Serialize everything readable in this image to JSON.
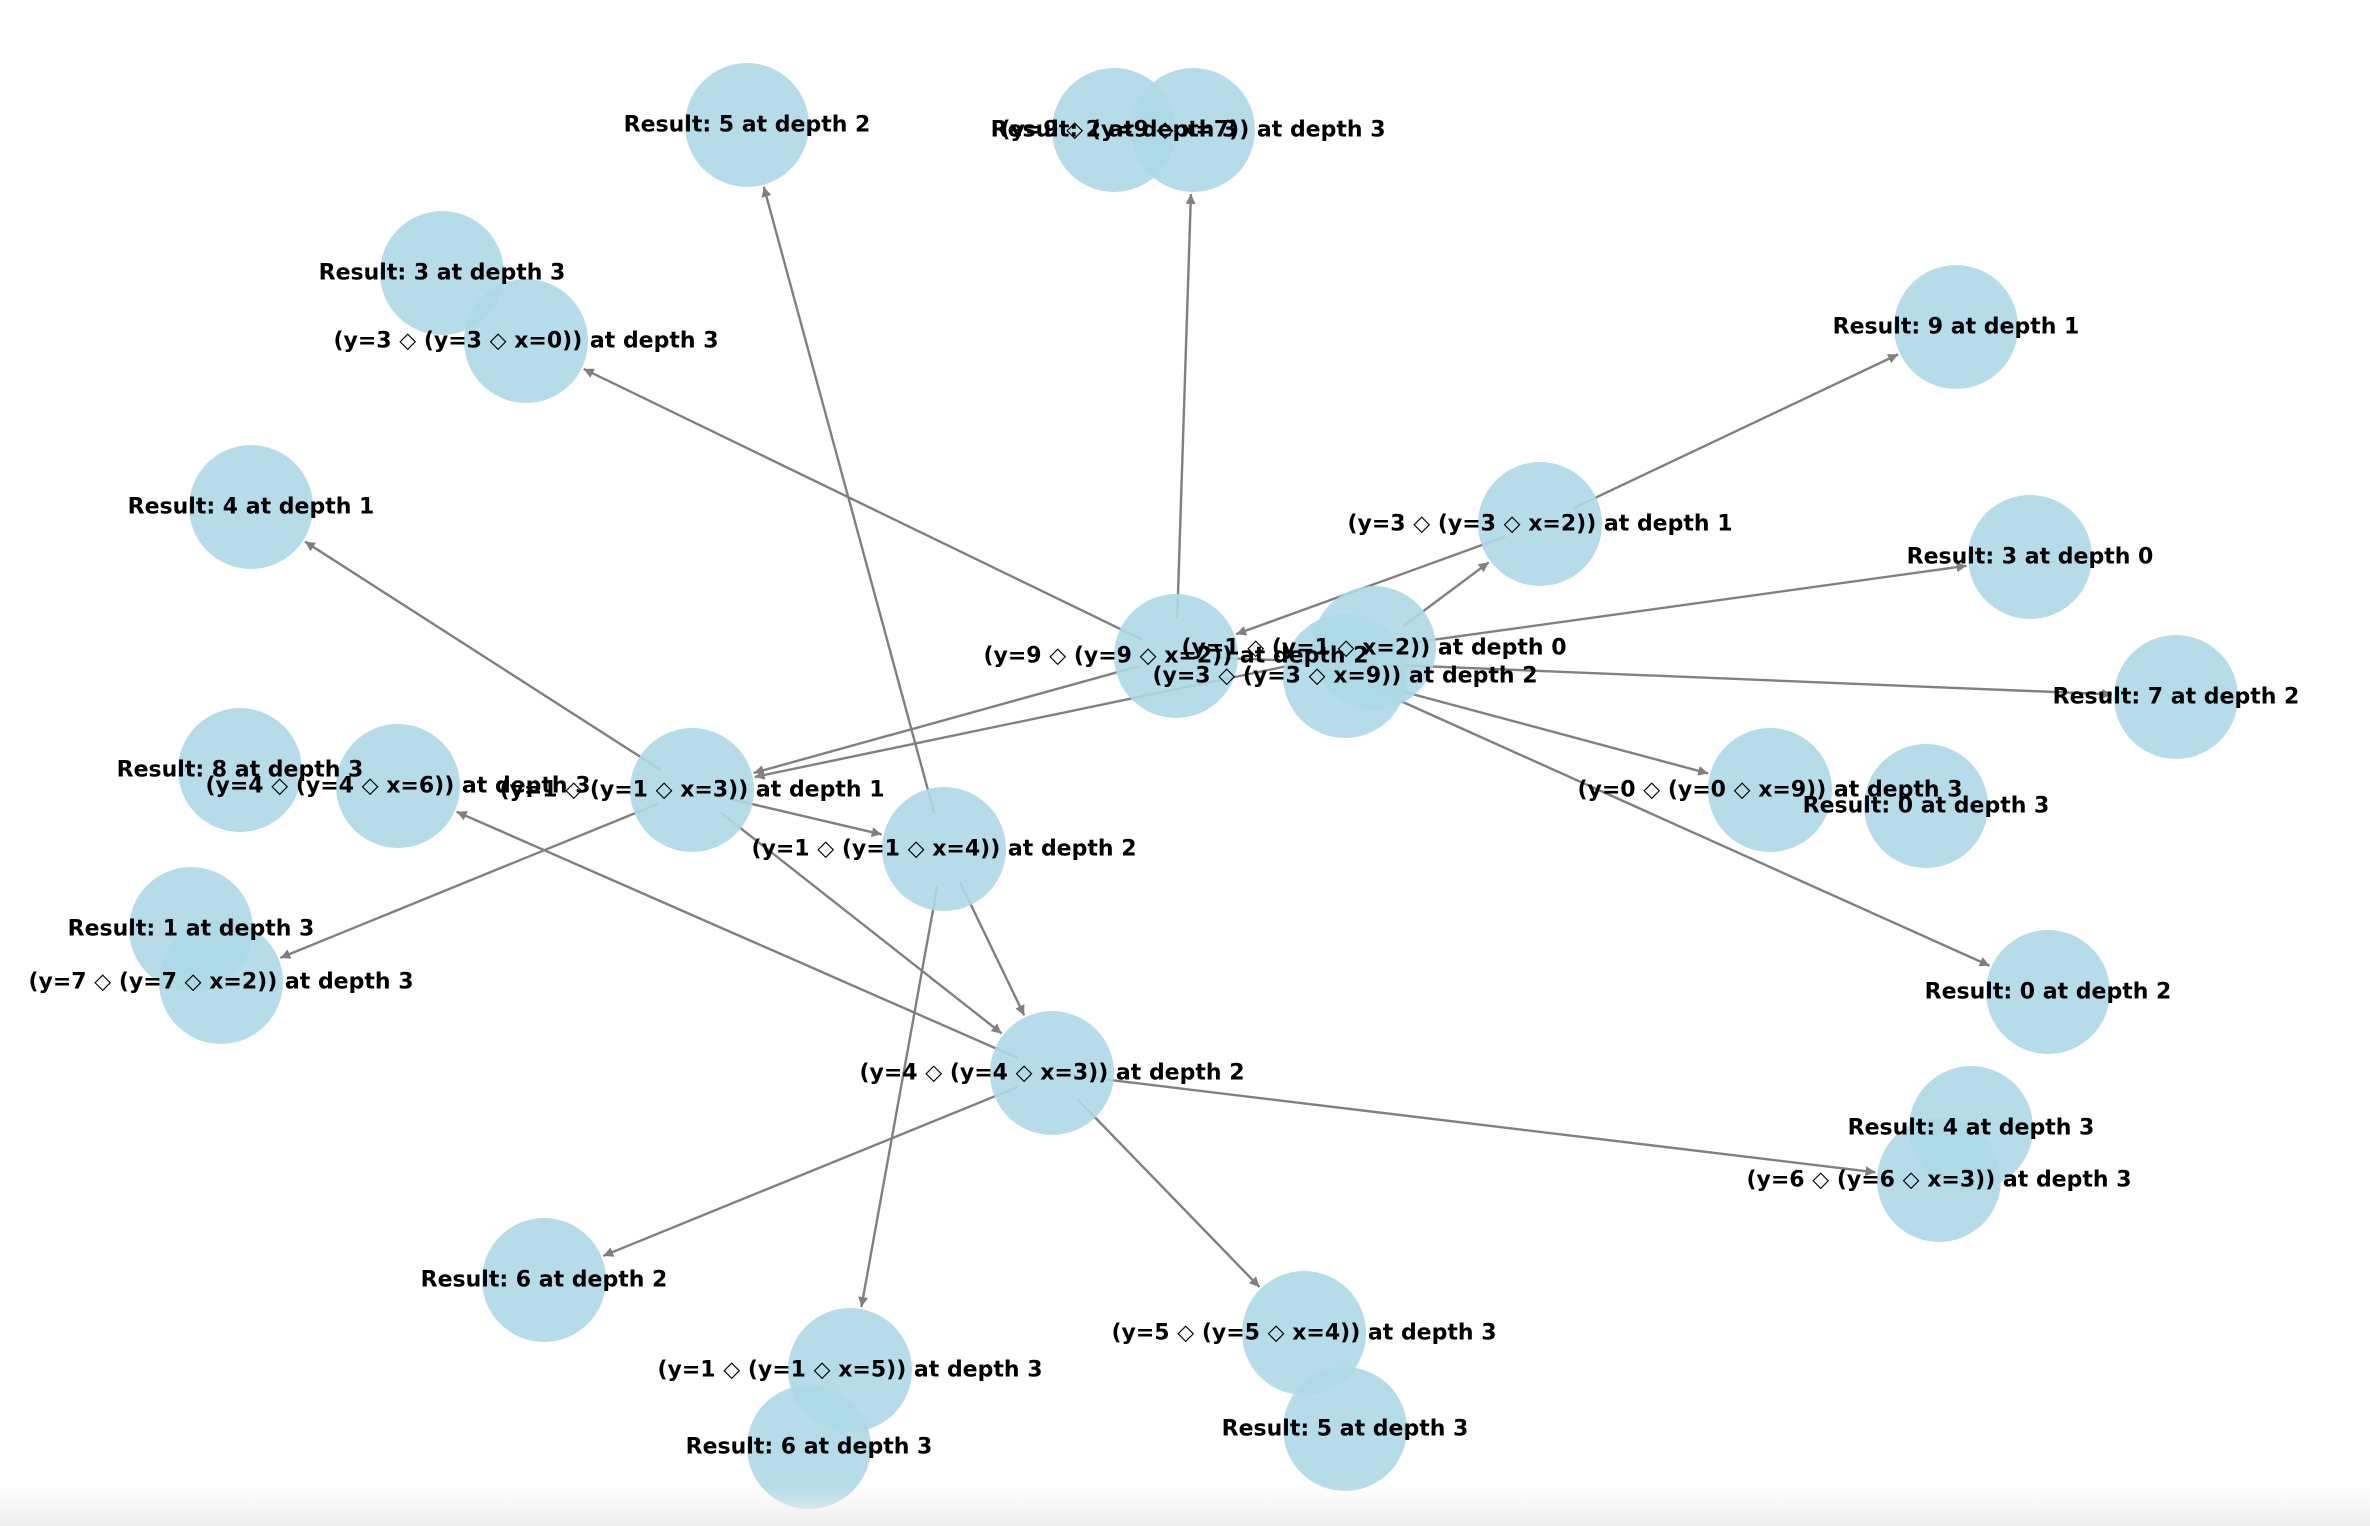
{
  "colors": {
    "node": "#add8e6",
    "edge": "#808080",
    "label": "#000000"
  },
  "nodes": [
    {
      "id": "root",
      "label": "(y=1 ◇ (y=1 ◇ x=2)) at depth 0"
    },
    {
      "id": "n_y3_x2_d1",
      "label": "(y=3 ◇ (y=3 ◇ x=2)) at depth 1"
    },
    {
      "id": "n_r9_d1",
      "label": "Result: 9 at depth 1"
    },
    {
      "id": "n_r3_d0",
      "label": "Result: 3 at depth 0"
    },
    {
      "id": "n_r7_d2",
      "label": "Result: 7 at depth 2"
    },
    {
      "id": "n_y9_x2_d2",
      "label": "(y=9 ◇ (y=9 ◇ x=2)) at depth 2"
    },
    {
      "id": "n_y3_x9_d2",
      "label": "(y=3 ◇ (y=3 ◇ x=9)) at depth 2"
    },
    {
      "id": "n_y0_x9_d3",
      "label": "(y=0 ◇ (y=0 ◇ x=9)) at depth 3"
    },
    {
      "id": "n_r0_d3",
      "label": "Result: 0 at depth 3"
    },
    {
      "id": "n_r0_d2",
      "label": "Result: 0 at depth 2"
    },
    {
      "id": "n_r2_d3",
      "label": "Result: 2 at depth 3"
    },
    {
      "id": "n_y9_x7_d3",
      "label": "(y=9 ◇ (y=9 ◇ x=7)) at depth 3"
    },
    {
      "id": "n_r5_d2",
      "label": "Result: 5 at depth 2"
    },
    {
      "id": "n_r3_d3",
      "label": "Result: 3 at depth 3"
    },
    {
      "id": "n_y3_x0_d3",
      "label": "(y=3 ◇ (y=3 ◇ x=0)) at depth 3"
    },
    {
      "id": "n_r4_d1",
      "label": "Result: 4 at depth 1"
    },
    {
      "id": "n_y1_x3_d1",
      "label": "(y=1 ◇ (y=1 ◇ x=3)) at depth 1"
    },
    {
      "id": "n_y1_x4_d2",
      "label": "(y=1 ◇ (y=1 ◇ x=4)) at depth 2"
    },
    {
      "id": "n_r8_d3",
      "label": "Result: 8 at depth 3"
    },
    {
      "id": "n_y4_x6_d3",
      "label": "(y=4 ◇ (y=4 ◇ x=6)) at depth 3"
    },
    {
      "id": "n_r1_d3",
      "label": "Result: 1 at depth 3"
    },
    {
      "id": "n_y7_x2_d3",
      "label": "(y=7 ◇ (y=7 ◇ x=2)) at depth 3"
    },
    {
      "id": "n_y4_x3_d2",
      "label": "(y=4 ◇ (y=4 ◇ x=3)) at depth 2"
    },
    {
      "id": "n_r6_d2",
      "label": "Result: 6 at depth 2"
    },
    {
      "id": "n_y1_x5_d3",
      "label": "(y=1 ◇ (y=1 ◇ x=5)) at depth 3"
    },
    {
      "id": "n_r6_d3",
      "label": "Result: 6 at depth 3"
    },
    {
      "id": "n_y5_x4_d3",
      "label": "(y=5 ◇ (y=5 ◇ x=4)) at depth 3"
    },
    {
      "id": "n_r5_d3",
      "label": "Result: 5 at depth 3"
    },
    {
      "id": "n_r4_d3",
      "label": "Result: 4 at depth 3"
    },
    {
      "id": "n_y6_x3_d3",
      "label": "(y=6 ◇ (y=6 ◇ x=3)) at depth 3"
    }
  ],
  "edges": [
    {
      "from": "root",
      "to": "n_y3_x2_d1"
    },
    {
      "from": "root",
      "to": "n_r3_d0"
    },
    {
      "from": "root",
      "to": "n_y1_x3_d1"
    },
    {
      "from": "n_y3_x2_d1",
      "to": "n_r9_d1"
    },
    {
      "from": "n_y3_x2_d1",
      "to": "n_y9_x2_d2"
    },
    {
      "from": "n_y9_x2_d2",
      "to": "n_r7_d2"
    },
    {
      "from": "n_y9_x2_d2",
      "to": "n_y9_x7_d3"
    },
    {
      "from": "n_y9_x2_d2",
      "to": "n_y3_x0_d3"
    },
    {
      "from": "n_y9_x2_d2",
      "to": "n_y1_x3_d1"
    },
    {
      "from": "n_y3_x9_d2",
      "to": "n_y0_x9_d3"
    },
    {
      "from": "n_y3_x9_d2",
      "to": "n_r0_d2"
    },
    {
      "from": "n_y1_x3_d1",
      "to": "n_r4_d1"
    },
    {
      "from": "n_y1_x3_d1",
      "to": "n_y1_x4_d2"
    },
    {
      "from": "n_y1_x3_d1",
      "to": "n_y7_x2_d3"
    },
    {
      "from": "n_y1_x3_d1",
      "to": "n_y4_x3_d2"
    },
    {
      "from": "n_y1_x4_d2",
      "to": "n_r5_d2"
    },
    {
      "from": "n_y1_x4_d2",
      "to": "n_y1_x5_d3"
    },
    {
      "from": "n_y1_x4_d2",
      "to": "n_y4_x3_d2"
    },
    {
      "from": "n_y4_x3_d2",
      "to": "n_y4_x6_d3"
    },
    {
      "from": "n_y4_x3_d2",
      "to": "n_r6_d2"
    },
    {
      "from": "n_y4_x3_d2",
      "to": "n_y5_x4_d3"
    },
    {
      "from": "n_y4_x3_d2",
      "to": "n_y6_x3_d3"
    }
  ]
}
